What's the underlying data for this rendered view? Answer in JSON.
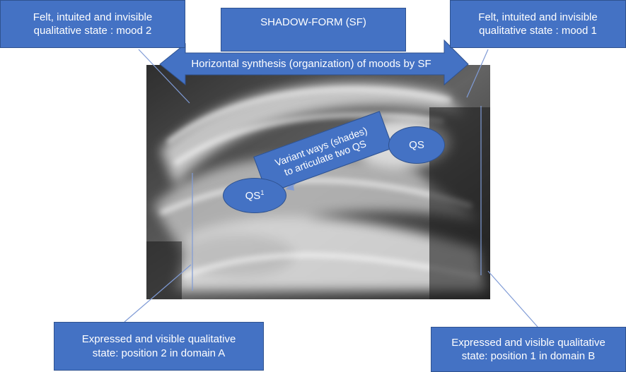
{
  "boxes": {
    "top_left": "Felt, intuited and invisible\nqualitative state : mood 2",
    "top_right": "Felt, intuited and invisible\nqualitative state : mood 1",
    "title": "SHADOW-FORM (SF)",
    "bottom_left": "Expressed and visible qualitative\nstate: position 2 in domain A",
    "bottom_right": "Expressed and visible qualitative\nstate: position 1 in domain B"
  },
  "arrow": {
    "label": "Horizontal synthesis (organization) of moods by SF"
  },
  "variant_box": "Variant ways (shades)\nto articulate two QS",
  "qs": {
    "primary": "QS",
    "secondary_base": "QS",
    "secondary_sup": "1"
  },
  "colors": {
    "box_fill": "#4472c4",
    "box_border": "#2f528f",
    "connector": "#7f9bd6"
  }
}
